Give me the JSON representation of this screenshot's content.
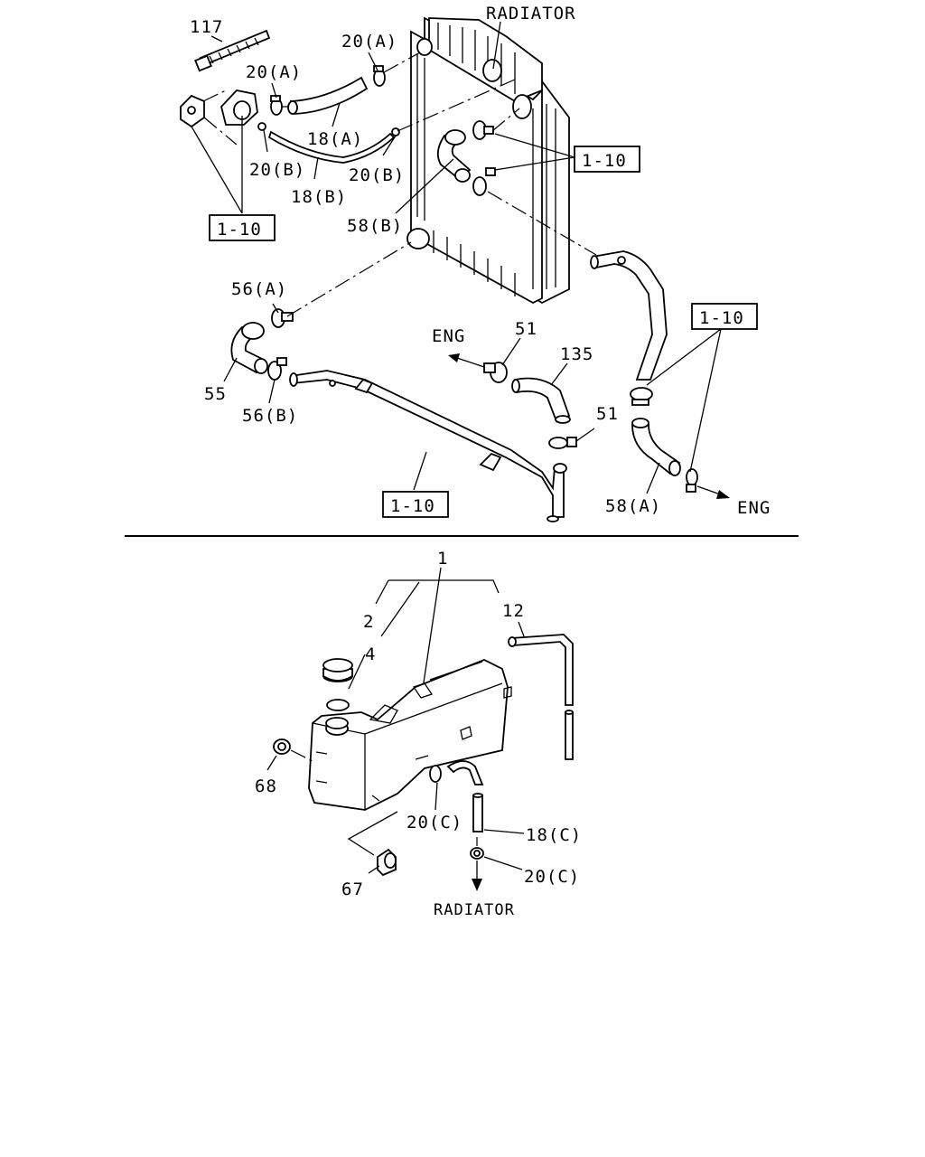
{
  "labels": {
    "radiator_top": "RADIATOR",
    "radiator_bottom": "RADIATOR",
    "eng_left": "ENG",
    "eng_right": "ENG",
    "p117": "117",
    "p20a_1": "20(A)",
    "p20a_2": "20(A)",
    "p18a": "18(A)",
    "p20b_1": "20(B)",
    "p20b_2": "20(B)",
    "p18b": "18(B)",
    "p58b": "58(B)",
    "p56a": "56(A)",
    "p55": "55",
    "p56b": "56(B)",
    "p51_1": "51",
    "p135": "135",
    "p51_2": "51",
    "p58a": "58(A)",
    "p1": "1",
    "p2": "2",
    "p4": "4",
    "p12": "12",
    "p68": "68",
    "p20c_1": "20(C)",
    "p18c": "18(C)",
    "p20c_2": "20(C)",
    "p67": "67"
  },
  "refs": {
    "ref_left": "1-10",
    "ref_mid": "1-10",
    "ref_right": "1-10",
    "ref_bottom": "1-10"
  }
}
